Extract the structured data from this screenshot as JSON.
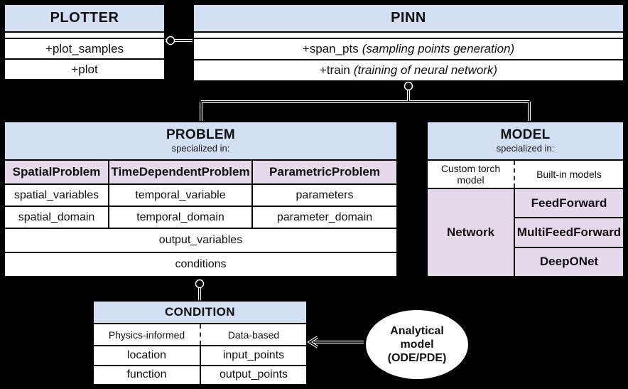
{
  "colors": {
    "background": "#000000",
    "box_fill": "#ffffff",
    "header_blue": "#d3dff2",
    "lavender": "#e6d9ec",
    "border": "#000000",
    "connector_halo": "#ffffff"
  },
  "plotter": {
    "title": "PLOTTER",
    "methods": [
      "+plot_samples",
      "+plot"
    ]
  },
  "pinn": {
    "title": "PINN",
    "methods": [
      {
        "name": "+span_pts",
        "note": "(sampling points generation)"
      },
      {
        "name": "+train",
        "note": "(training of neural network)"
      }
    ]
  },
  "problem": {
    "title": "PROBLEM",
    "subtitle": "specialized in:",
    "columns": [
      {
        "header": "SpatialProblem",
        "cells": [
          "spatial_variables",
          "spatial_domain"
        ]
      },
      {
        "header": "TimeDependentProblem",
        "cells": [
          "temporal_variable",
          "temporal_domain"
        ]
      },
      {
        "header": "ParametricProblem",
        "cells": [
          "parameters",
          "parameter_domain"
        ]
      }
    ],
    "shared_rows": [
      "output_variables",
      "conditions"
    ]
  },
  "model": {
    "title": "MODEL",
    "subtitle": "specialized in:",
    "left_header": "Custom torch model",
    "right_header": "Built-in models",
    "left_cell": "Network",
    "right_cells": [
      "FeedForward",
      "MultiFeedForward",
      "DeepONet"
    ]
  },
  "condition": {
    "title": "CONDITION",
    "left_header": "Physics-informed",
    "right_header": "Data-based",
    "rows": [
      {
        "left": "location",
        "right": "input_points"
      },
      {
        "left": "function",
        "right": "output_points"
      }
    ]
  },
  "analytical_model": {
    "lines": [
      "Analytical",
      "model",
      "(ODE/PDE)"
    ]
  }
}
